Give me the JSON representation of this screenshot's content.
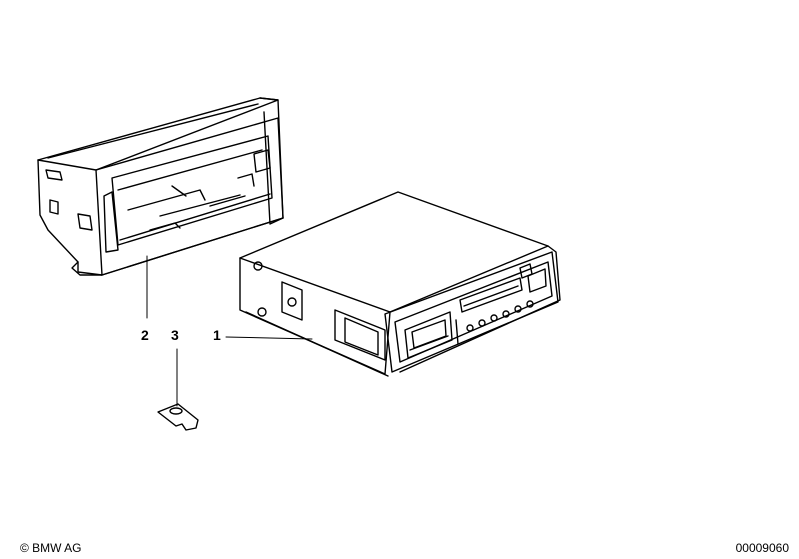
{
  "callouts": [
    {
      "id": "2",
      "label": "2"
    },
    {
      "id": "3",
      "label": "3"
    },
    {
      "id": "1",
      "label": "1"
    }
  ],
  "footer": {
    "copyright": "© BMW AG",
    "doc_number": "00009060"
  },
  "parts": {
    "bracket": "mounting-frame",
    "clip": "retaining-clip",
    "radio": "radio-cassette-unit"
  }
}
